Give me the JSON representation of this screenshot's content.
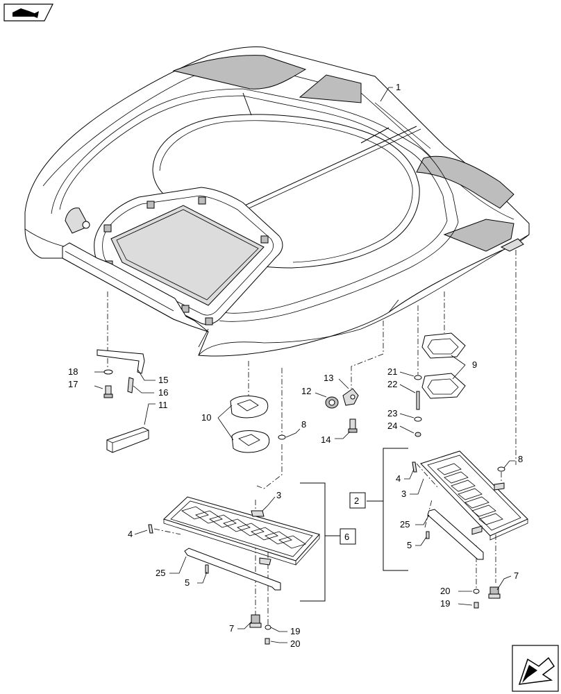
{
  "callouts": {
    "c1": "1",
    "c2": "2",
    "c3a": "3",
    "c3b": "3",
    "c4a": "4",
    "c4b": "4",
    "c5a": "5",
    "c5b": "5",
    "c6": "6",
    "c7a": "7",
    "c7b": "7",
    "c8a": "8",
    "c8b": "8",
    "c9": "9",
    "c10": "10",
    "c11": "11",
    "c12": "12",
    "c13": "13",
    "c14": "14",
    "c15": "15",
    "c16": "16",
    "c17": "17",
    "c18": "18",
    "c19a": "19",
    "c19b": "19",
    "c20a": "20",
    "c20b": "20",
    "c21": "21",
    "c22": "22",
    "c23": "23",
    "c24": "24",
    "c25a": "25",
    "c25b": "25"
  },
  "icons": {
    "top_left": "vehicle-nav-icon",
    "bottom_right": "arrow-nav-icon"
  }
}
